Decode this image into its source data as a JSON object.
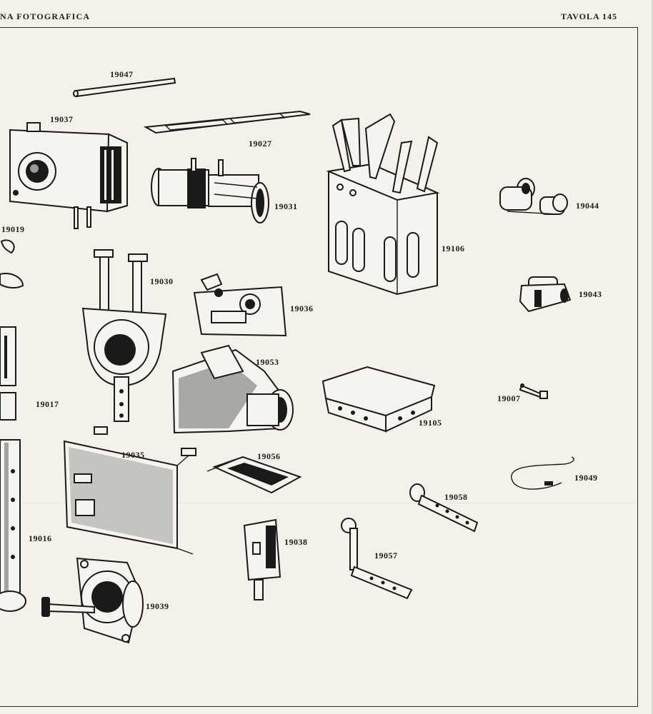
{
  "header": {
    "left": "NA FOTOGRAFICA",
    "right": "TAVOLA 145"
  },
  "parts": {
    "p19047": "19047",
    "p19037": "19037",
    "p19027": "19027",
    "p19031": "19031",
    "p19106": "19106",
    "p19044": "19044",
    "p19019": "19019",
    "p19030": "19030",
    "p19036": "19036",
    "p19043": "19043",
    "p19053": "19053",
    "p19017": "19017",
    "p19007": "19007",
    "p19105": "19105",
    "p19035": "19035",
    "p19056": "19056",
    "p19049": "19049",
    "p19058": "19058",
    "p19016": "19016",
    "p19038": "19038",
    "p19057": "19057",
    "p19039": "19039"
  }
}
